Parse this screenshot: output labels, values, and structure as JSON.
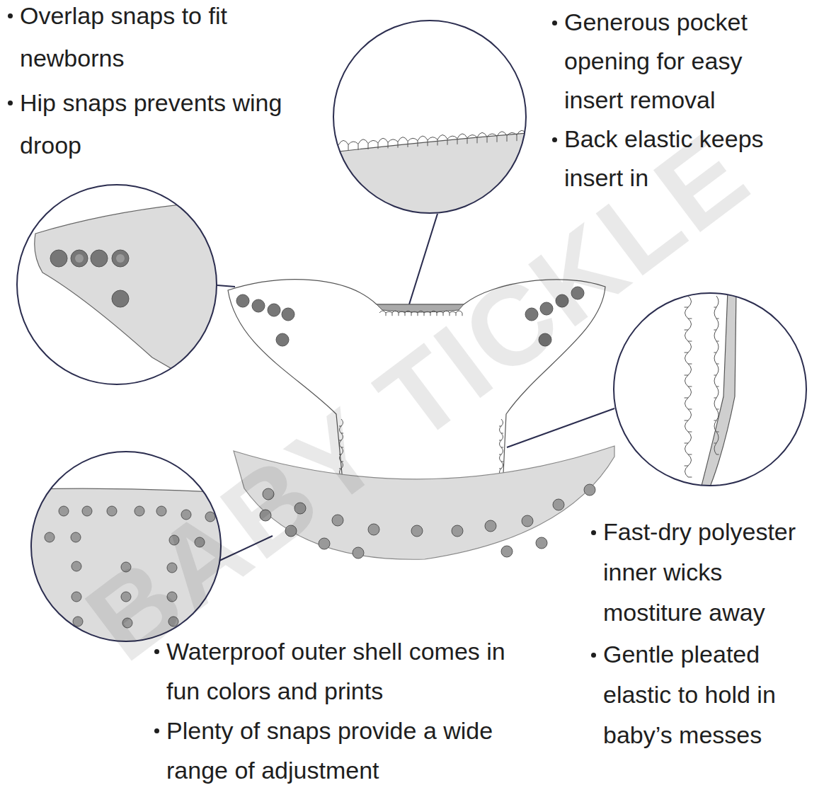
{
  "diagram": {
    "labels": [
      "Overlap snaps to fit newborns",
      "Hip snaps prevents wing droop",
      "Generous pocket opening for easy insert removal",
      "Back elastic keeps insert in",
      "Fast-dry polyester inner wicks mostiture away",
      "Gentle pleated elastic to hold in baby’s messes",
      "Waterproof outer shell comes in fun colors and prints",
      "Plenty of snaps provide a wide range of adjustment",
      "BABY TICKLE"
    ]
  }
}
